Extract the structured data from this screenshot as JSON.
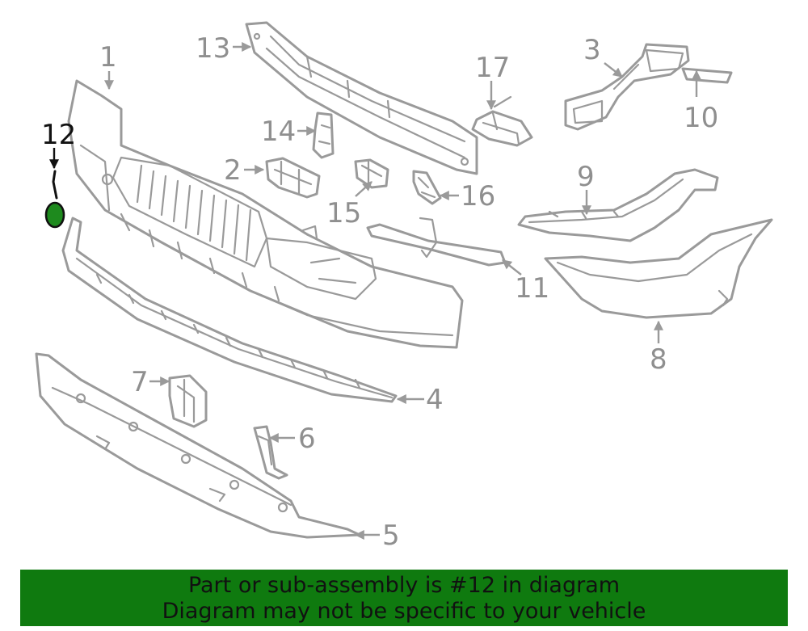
{
  "callouts": {
    "c1": "1",
    "c2": "2",
    "c3": "3",
    "c4": "4",
    "c5": "5",
    "c6": "6",
    "c7": "7",
    "c8": "8",
    "c9": "9",
    "c10": "10",
    "c11": "11",
    "c12": "12",
    "c13": "13",
    "c14": "14",
    "c15": "15",
    "c16": "16",
    "c17": "17"
  },
  "highlighted_part": "12",
  "banner": {
    "line1": "Part or sub-assembly is #12 in diagram",
    "line2": "Diagram may not be specific to your vehicle"
  },
  "colors": {
    "banner_bg": "#0f7a0f",
    "highlight_part": "#1e8a1e",
    "outline": "#9a9a9a"
  }
}
